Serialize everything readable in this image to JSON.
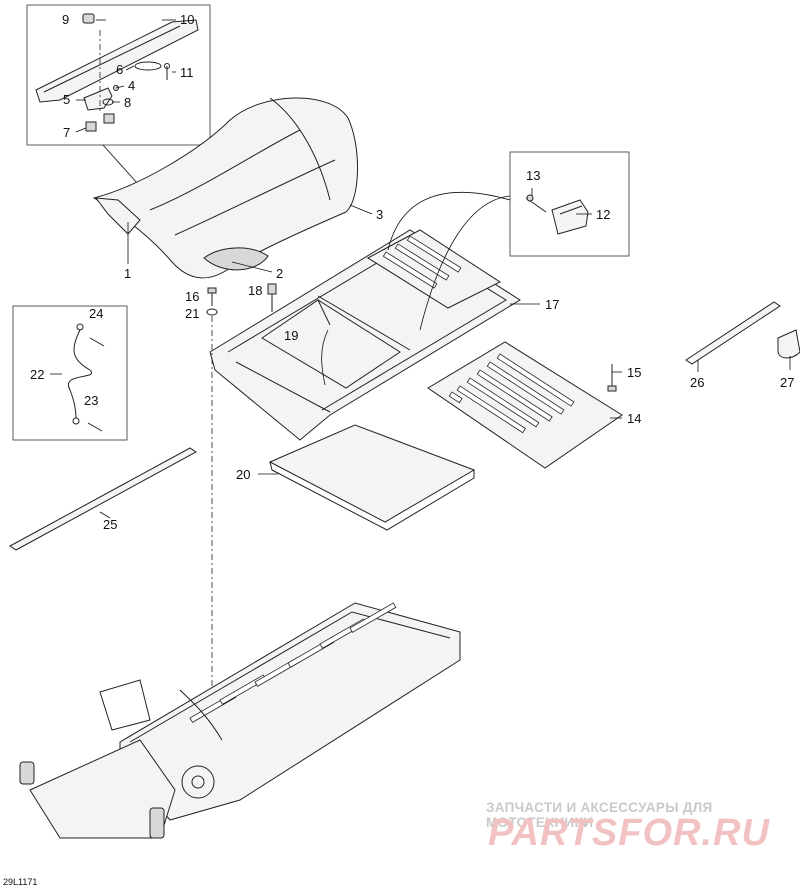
{
  "drawing_code": "29L1171",
  "watermark": {
    "tagline": "ЗАПЧАСТИ И АКСЕССУАРЫ ДЛЯ МОТОТЕХНИКИ",
    "brand": "PARTSFOR.RU",
    "color": "#e7a3a3"
  },
  "callouts": [
    {
      "id": "1",
      "label": "1"
    },
    {
      "id": "2",
      "label": "2"
    },
    {
      "id": "3",
      "label": "3"
    },
    {
      "id": "4",
      "label": "4"
    },
    {
      "id": "5",
      "label": "5"
    },
    {
      "id": "6",
      "label": "6"
    },
    {
      "id": "7",
      "label": "7"
    },
    {
      "id": "8",
      "label": "8"
    },
    {
      "id": "9",
      "label": "9"
    },
    {
      "id": "10",
      "label": "10"
    },
    {
      "id": "11",
      "label": "11"
    },
    {
      "id": "12",
      "label": "12"
    },
    {
      "id": "13",
      "label": "13"
    },
    {
      "id": "14",
      "label": "14"
    },
    {
      "id": "15",
      "label": "15"
    },
    {
      "id": "16",
      "label": "16"
    },
    {
      "id": "17",
      "label": "17"
    },
    {
      "id": "18",
      "label": "18"
    },
    {
      "id": "19",
      "label": "19"
    },
    {
      "id": "20",
      "label": "20"
    },
    {
      "id": "21",
      "label": "21"
    },
    {
      "id": "22",
      "label": "22"
    },
    {
      "id": "23",
      "label": "23"
    },
    {
      "id": "24",
      "label": "24"
    },
    {
      "id": "25",
      "label": "25"
    },
    {
      "id": "26",
      "label": "26"
    },
    {
      "id": "27",
      "label": "27"
    }
  ]
}
